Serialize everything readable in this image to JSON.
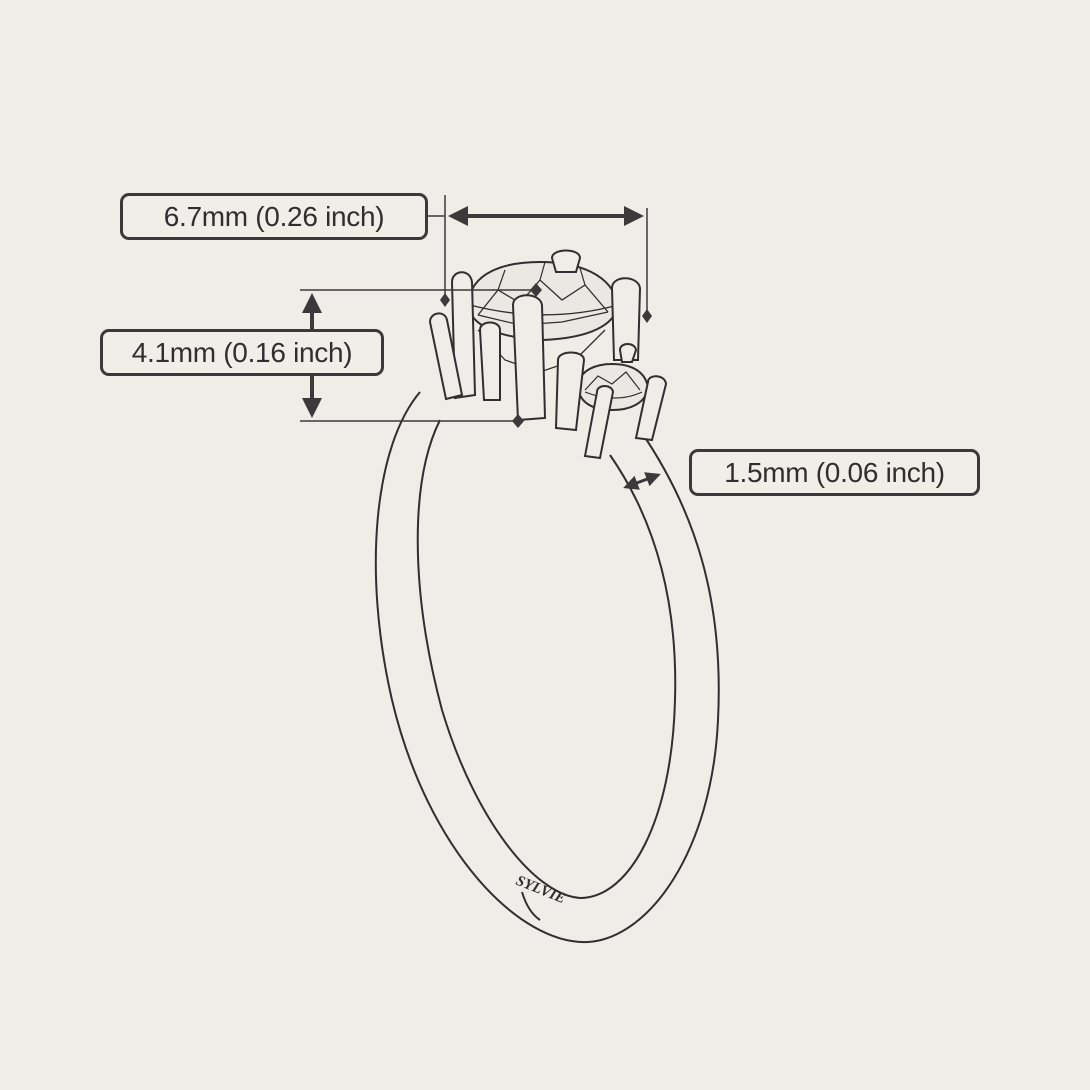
{
  "dimensions": {
    "width": "6.7mm (0.26 inch)",
    "height": "4.1mm (0.16 inch)",
    "band": "1.5mm (0.06 inch)"
  },
  "engraving": "SYLVIE",
  "colors": {
    "background": "#eeede7",
    "line": "#2f2f2f"
  }
}
